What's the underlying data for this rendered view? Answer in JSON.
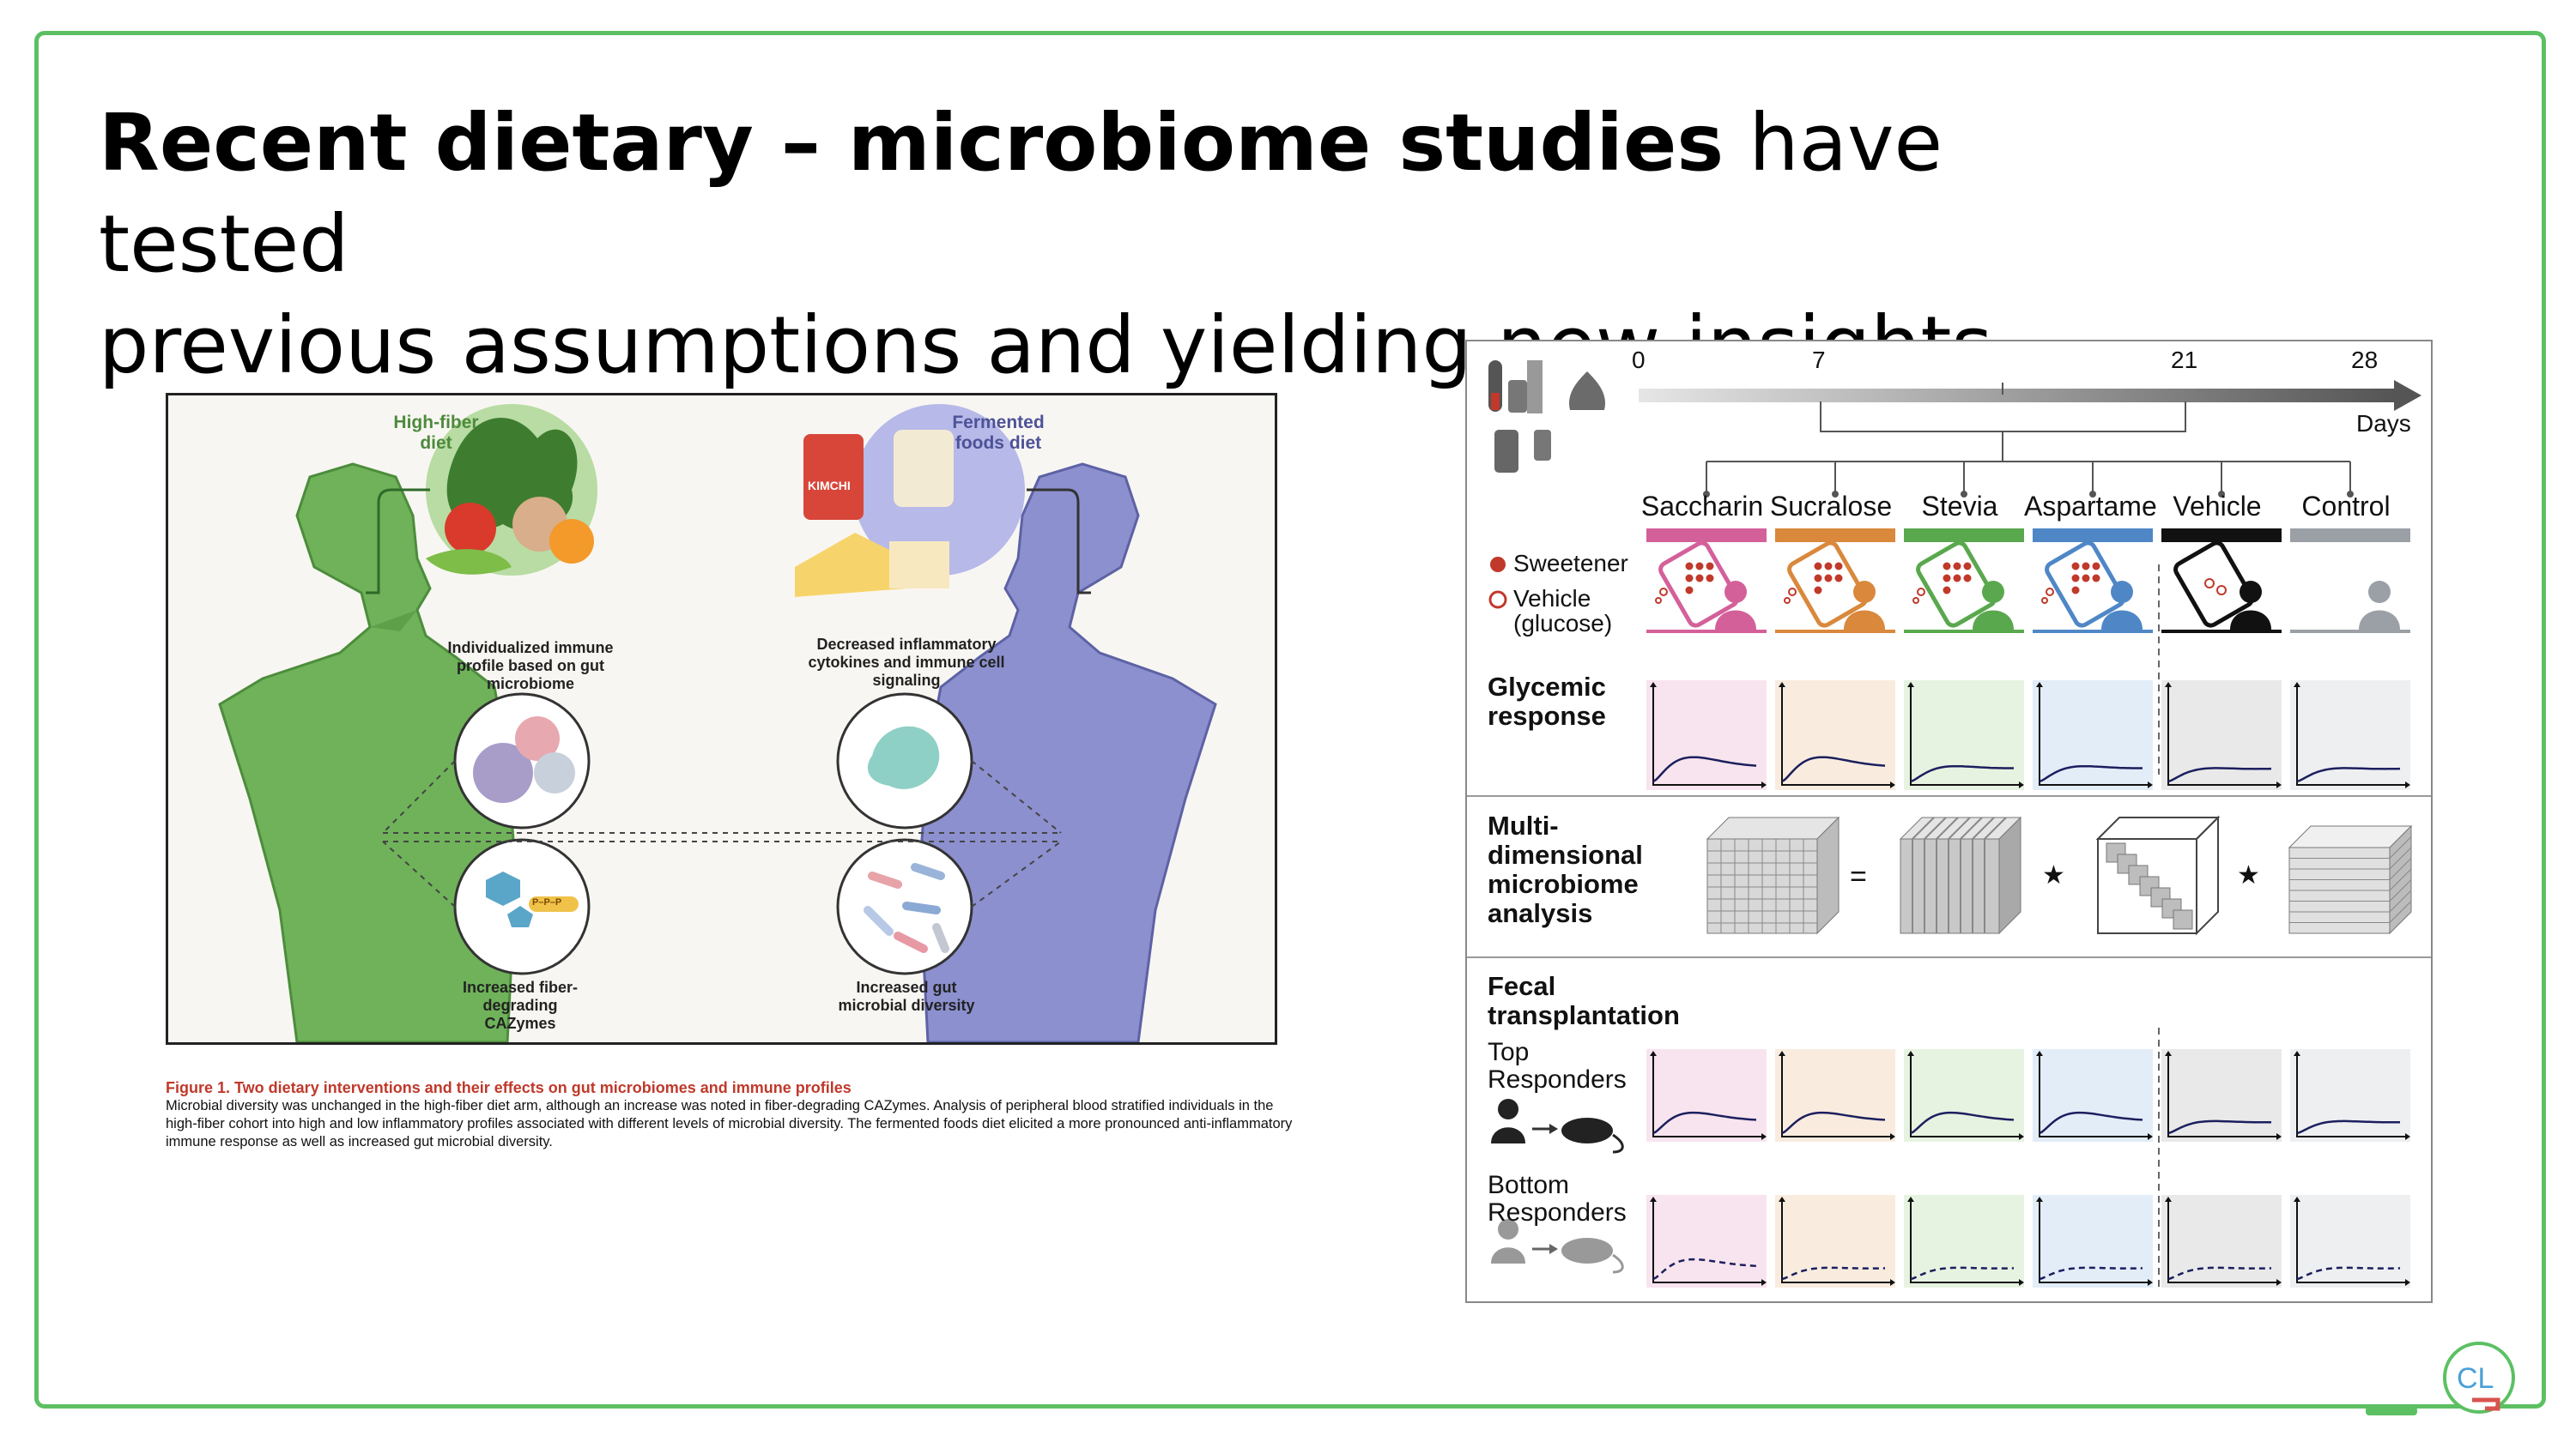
{
  "slide": {
    "title_bold": "Recent dietary – microbiome studies",
    "title_rest_line1": " have tested",
    "title_line2": "previous assumptions and yielding new insights"
  },
  "figure1": {
    "left_diet_label": "High-fiber diet",
    "right_diet_label": "Fermented foods diet",
    "left_top_text": "Individualized immune profile based on gut microbiome",
    "left_bottom_text": "Increased fiber-degrading CAZymes",
    "right_top_text": "Decreased inflammatory cytokines and immune cell signaling",
    "right_bottom_text": "Increased gut microbial diversity",
    "jar_label": "KIMCHI",
    "enzyme_label": "P–P–P",
    "caption_title": "Figure 1.  Two dietary interventions and their effects on gut microbiomes and immune profiles",
    "caption_body": "Microbial diversity was unchanged in the high-fiber diet arm, although an increase was noted in fiber-degrading CAZymes. Analysis of peripheral blood stratified individuals in the high-fiber cohort into high and low inflammatory profiles associated with different levels of microbial diversity. The fermented foods diet elicited a more pronounced anti-inflammatory immune response as well as increased gut microbial diversity."
  },
  "figure2": {
    "timeline": {
      "ticks": [
        "0",
        "7",
        "21",
        "28"
      ],
      "unit": "Days"
    },
    "groups": [
      {
        "name": "Saccharin",
        "color": "#d4609a",
        "bg": "#f8e4ee",
        "type": "sweetener"
      },
      {
        "name": "Sucralose",
        "color": "#d9883c",
        "bg": "#f9ecdf",
        "type": "sweetener"
      },
      {
        "name": "Stevia",
        "color": "#5aa84e",
        "bg": "#e6f3e1",
        "type": "sweetener"
      },
      {
        "name": "Aspartame",
        "color": "#4f87c6",
        "bg": "#e2edf8",
        "type": "sweetener"
      },
      {
        "name": "Vehicle",
        "color": "#111111",
        "bg": "#e9e9e9",
        "type": "vehicle"
      },
      {
        "name": "Control",
        "color": "#9aa0a6",
        "bg": "#eeeff1",
        "type": "control"
      }
    ],
    "legend": {
      "sweetener": "Sweetener",
      "vehicle_line1": "Vehicle",
      "vehicle_line2": "(glucose)"
    },
    "glycemic": {
      "title_line1": "Glycemic",
      "title_line2": "response"
    },
    "microbiome": {
      "title_lines": [
        "Multi-",
        "dimensional",
        "microbiome",
        "analysis"
      ],
      "eq": "=",
      "star": "★"
    },
    "fecal": {
      "title_line1": "Fecal",
      "title_line2": "transplantation",
      "top_line1": "Top",
      "top_line2": "Responders",
      "bottom_line1": "Bottom",
      "bottom_line2": "Responders"
    }
  }
}
